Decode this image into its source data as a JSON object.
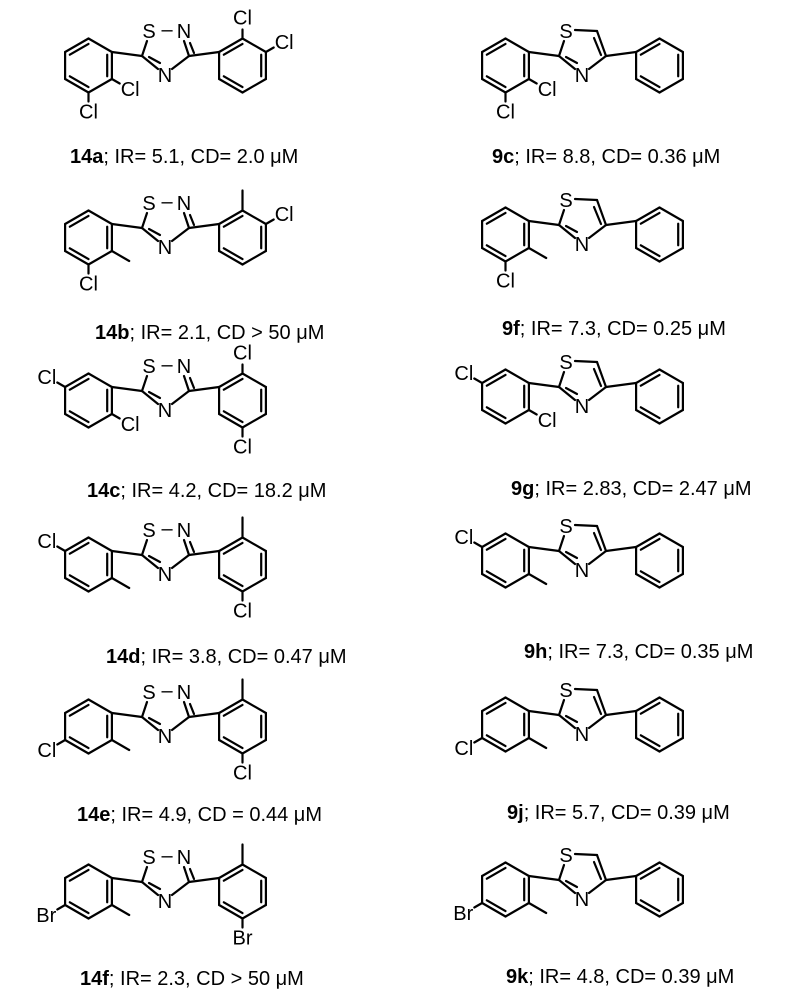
{
  "compounds": [
    {
      "id": "14a",
      "desc": "; IR= 5.1, CD= 2.0 μM",
      "core": "thiadiazole",
      "left": {
        "r3": "Cl",
        "r2": "Cl"
      },
      "right": {
        "r3": "Cl",
        "r2": "Cl"
      }
    },
    {
      "id": "9c",
      "desc": "; IR= 8.8, CD= 0.36 μM",
      "core": "thiazole",
      "left": {
        "r3": "Cl",
        "r2": "Cl"
      }
    },
    {
      "id": "14b",
      "desc": "; IR= 2.1, CD > 50 μM",
      "core": "thiadiazole",
      "left": {
        "r3": "Cl",
        "r2": "CH3"
      },
      "right": {
        "r3": "Cl",
        "r2": "CH3"
      }
    },
    {
      "id": "9f",
      "desc": "; IR= 7.3, CD= 0.25 μM",
      "core": "thiazole",
      "left": {
        "r3": "Cl",
        "r2": "CH3"
      }
    },
    {
      "id": "14c",
      "desc": "; IR= 4.2, CD= 18.2 μM",
      "core": "thiadiazole",
      "left": {
        "r5": "Cl",
        "r2": "Cl"
      },
      "right": {
        "r5": "Cl",
        "r2": "Cl"
      }
    },
    {
      "id": "9g",
      "desc": "; IR= 2.83, CD= 2.47 μM",
      "core": "thiazole",
      "left": {
        "r5": "Cl",
        "r2": "Cl"
      }
    },
    {
      "id": "14d",
      "desc": "; IR= 3.8, CD= 0.47 μM",
      "core": "thiadiazole",
      "left": {
        "r5": "Cl",
        "r2": "CH3"
      },
      "right": {
        "r5": "Cl",
        "r2": "CH3"
      }
    },
    {
      "id": "9h",
      "desc": "; IR= 7.3, CD= 0.35 μM",
      "core": "thiazole",
      "left": {
        "r5": "Cl",
        "r2": "CH3"
      }
    },
    {
      "id": "14e",
      "desc": "; IR= 4.9, CD = 0.44 μM",
      "core": "thiadiazole",
      "left": {
        "r4": "Cl",
        "r2": "CH3"
      },
      "right": {
        "r5": "Cl",
        "r2": "CH3"
      }
    },
    {
      "id": "9j",
      "desc": "; IR= 5.7, CD= 0.39 μM",
      "core": "thiazole",
      "left": {
        "r4": "Cl",
        "r2": "CH3"
      }
    },
    {
      "id": "14f",
      "desc": "; IR= 2.3, CD > 50 μM",
      "core": "thiadiazole",
      "left": {
        "r4": "Br",
        "r2": "CH3"
      },
      "right": {
        "r5": "Br",
        "r2": "CH3"
      }
    },
    {
      "id": "9k",
      "desc": "; IR= 4.8, CD= 0.39 μM",
      "core": "thiazole",
      "left": {
        "r4": "Br",
        "r2": "CH3"
      }
    }
  ]
}
